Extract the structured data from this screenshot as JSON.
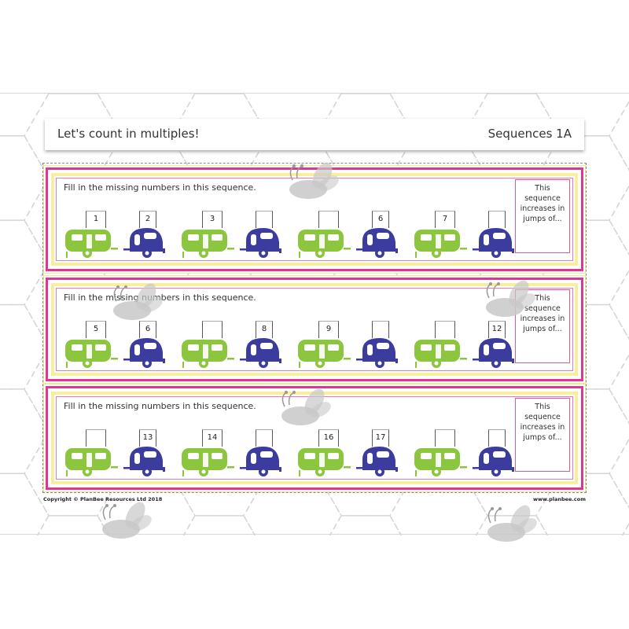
{
  "header": {
    "title": "Let's count in multiples!",
    "code": "Sequences 1A"
  },
  "panels": [
    {
      "instruction": "Fill in the missing numbers in this sequence.",
      "jumps_text": "This sequence increases in jumps of...",
      "numbers": [
        "1",
        "2",
        "3",
        "",
        "",
        "6",
        "7",
        ""
      ]
    },
    {
      "instruction": "Fill in the missing numbers in this sequence.",
      "jumps_text": "This sequence increases in jumps of...",
      "numbers": [
        "5",
        "6",
        "",
        "8",
        "9",
        "",
        "",
        "12"
      ]
    },
    {
      "instruction": "Fill in the missing numbers in this sequence.",
      "jumps_text": "This sequence increases in jumps of...",
      "numbers": [
        "",
        "13",
        "14",
        "",
        "16",
        "17",
        "",
        ""
      ]
    }
  ],
  "vehicle_pattern": [
    "green-caravan",
    "blue-teardrop-trailer",
    "green-caravan",
    "blue-teardrop-trailer",
    "green-caravan",
    "blue-teardrop-trailer",
    "green-caravan",
    "blue-teardrop-trailer"
  ],
  "footer": {
    "copyright": "Copyright © PlanBee Resources Ltd 2018",
    "website": "www.planbee.com"
  },
  "colors": {
    "green_caravan": "#8cc63e",
    "blue_trailer": "#3b3c9e",
    "panel_border_pink": "#e0368f",
    "panel_border_yellow": "#f7ef9e",
    "bee_grey": "#c8c8c8"
  },
  "icons": [
    "bee-logo-icon",
    "caravan-icon",
    "teardrop-trailer-icon"
  ]
}
